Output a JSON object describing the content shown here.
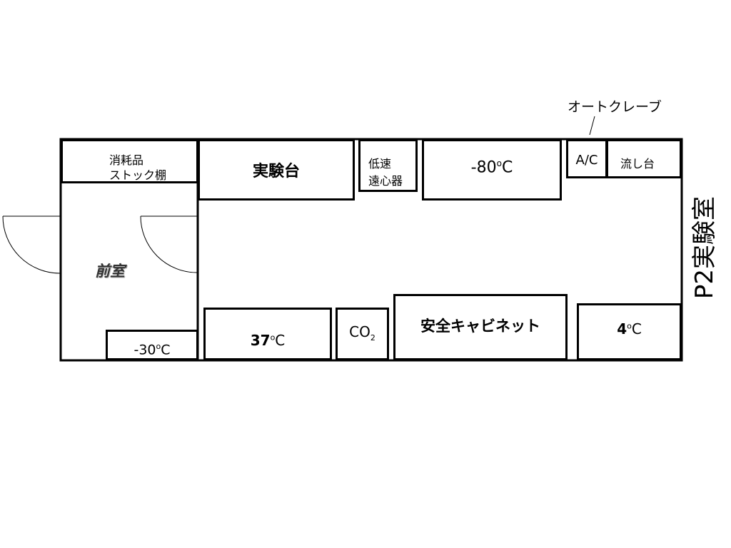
{
  "room": {
    "title": "P2実験室",
    "anteroom": "前室"
  },
  "fixtures": {
    "supplies_shelf": {
      "line1": "消耗品",
      "line2": "ストック棚"
    },
    "lab_bench": "実験台",
    "centrifuge": {
      "line1": "低速",
      "line2": "遠心器"
    },
    "freezer_minus80": {
      "number": "-80",
      "degree": "o",
      "unit": "C"
    },
    "air_conditioner": "A/C",
    "sink": "流し台",
    "autoclave": "オートクレーブ",
    "incubator_37": {
      "number": "37",
      "degree": "o",
      "unit": "C"
    },
    "co2_incubator": {
      "prefix": "CO",
      "subscript": "2"
    },
    "safety_cabinet": "安全キャビネット",
    "fridge_4": {
      "number": "4",
      "degree": "o",
      "unit": "C"
    },
    "freezer_minus30": {
      "number": "-30",
      "degree": "o",
      "unit": "C"
    }
  }
}
